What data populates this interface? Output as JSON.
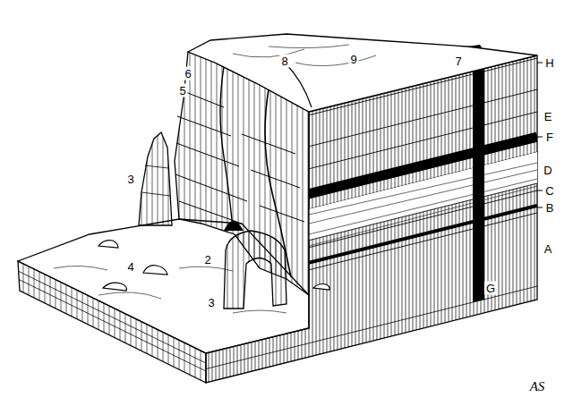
{
  "diagram": {
    "labels": [
      "3",
      "6",
      "5",
      "8",
      "9",
      "7",
      "H",
      "E",
      "F",
      "D",
      "C",
      "B",
      "A",
      "G",
      "2",
      "4",
      "3",
      "AS"
    ]
  }
}
